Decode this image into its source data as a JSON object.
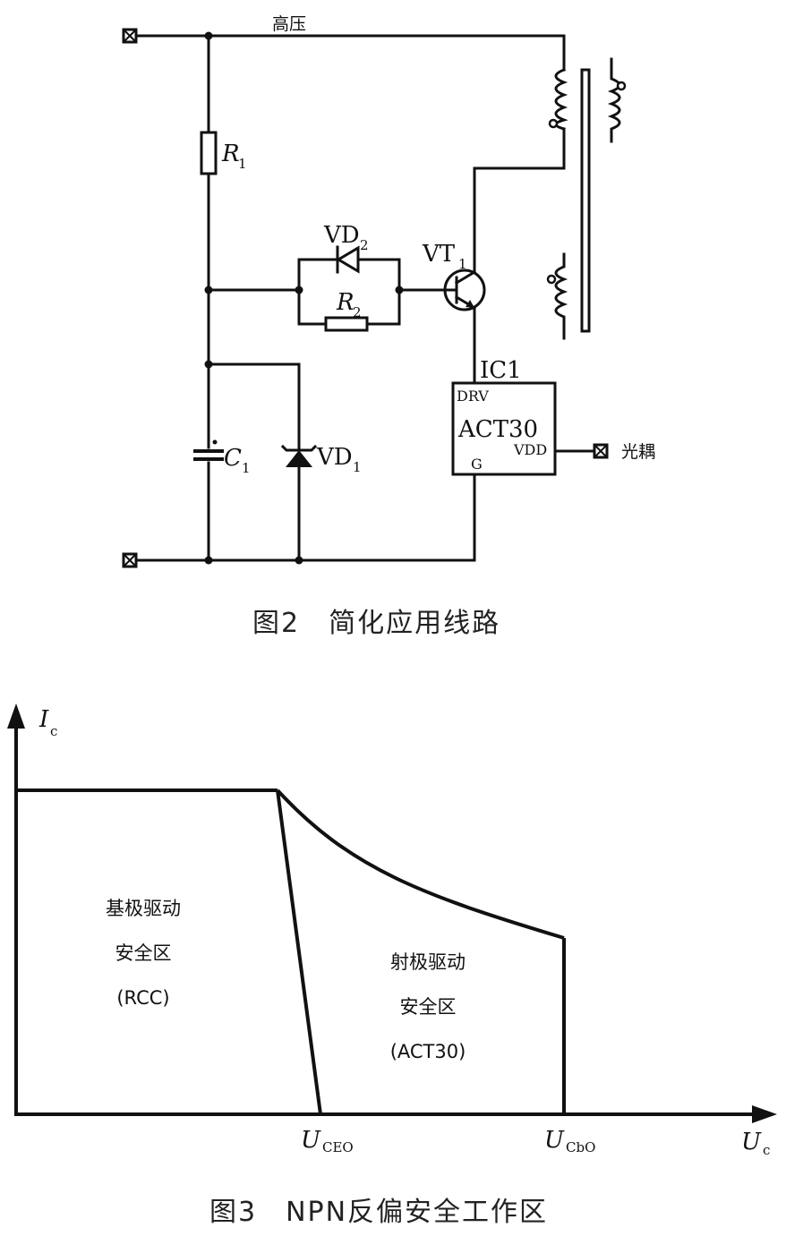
{
  "fig2": {
    "label_hv": "高压",
    "label_optocoupler": "光耦",
    "r1": "R",
    "r1_sub": "1",
    "r2": "R",
    "r2_sub": "2",
    "vd2": "VD",
    "vd2_sub": "2",
    "vd1": "VD",
    "vd1_sub": "1",
    "vt1": "VT",
    "vt1_sub": "1",
    "c1": "C",
    "c1_sub": "1",
    "ic_ref": "IC1",
    "ic_name": "ACT30",
    "pin_drv": "DRV",
    "pin_vdd": "VDD",
    "pin_g": "G",
    "caption": "图2　简化应用线路"
  },
  "fig3": {
    "y_axis": "I",
    "y_axis_sub": "c",
    "x_axis": "U",
    "x_axis_sub": "c",
    "tick_ceo": "U",
    "tick_ceo_sub": "CEO",
    "tick_cbo": "U",
    "tick_cbo_sub": "CbO",
    "zone_left_line1": "基极驱动",
    "zone_left_line2": "安全区",
    "zone_left_line3": "(RCC)",
    "zone_right_line1": "射极驱动",
    "zone_right_line2": "安全区",
    "zone_right_line3": "(ACT30)",
    "caption": "图3　NPN反偏安全工作区"
  }
}
